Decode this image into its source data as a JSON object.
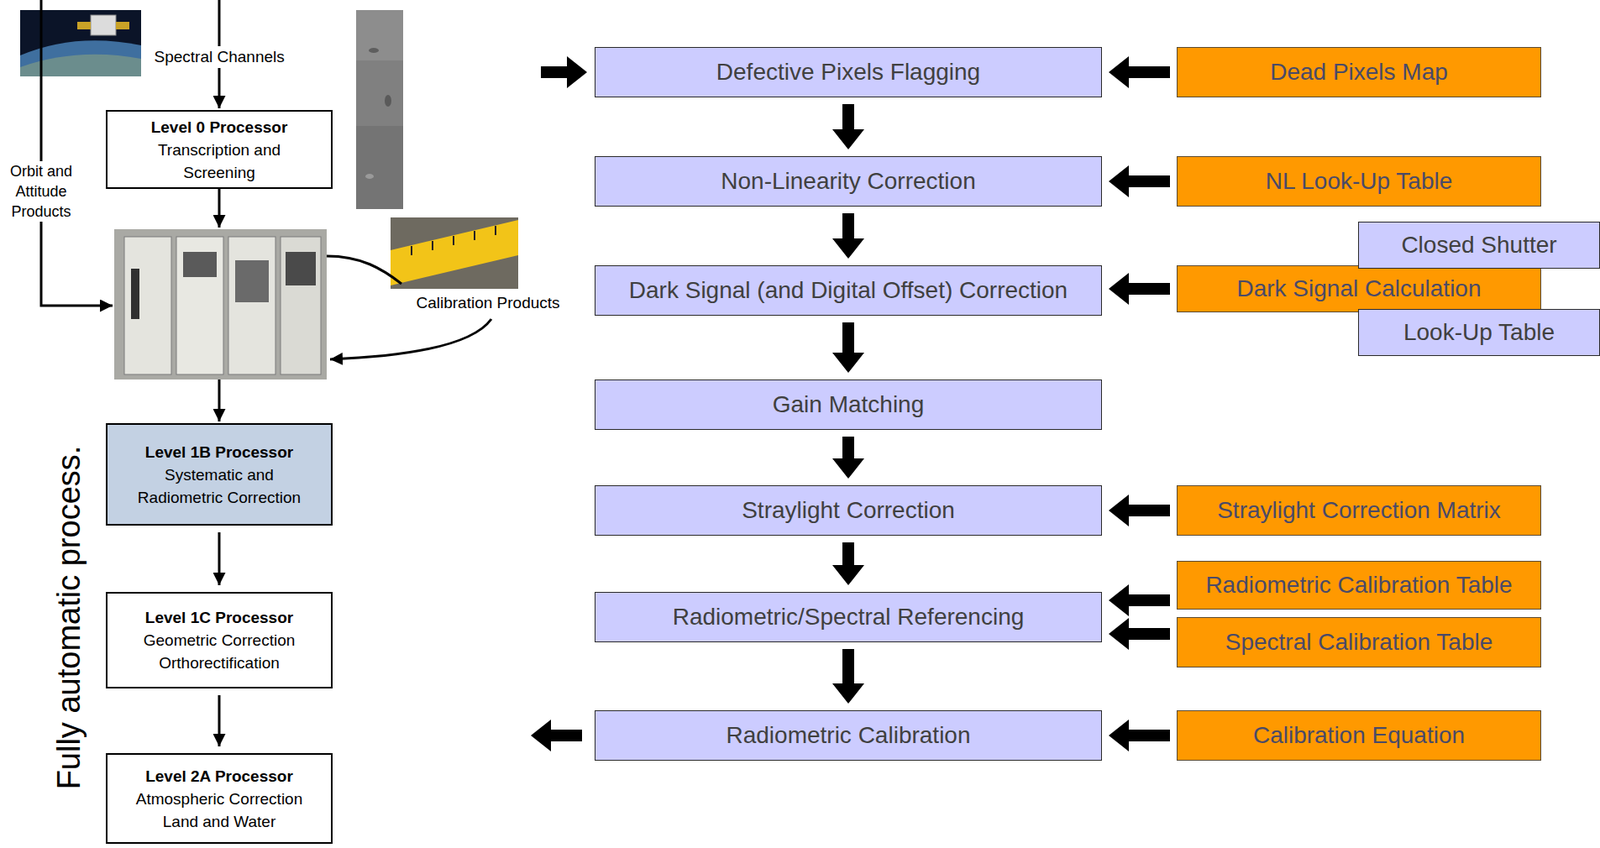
{
  "diagram": {
    "nodes": [
      {
        "text": [
          "Level 0 Processor",
          "Transcription and Screening"
        ]
      },
      {
        "text": [
          "Level 1B Processor",
          "Systematic and Radiometric Correction"
        ]
      },
      {
        "text": [
          "Level 1C Processor",
          "Geometric Correction Orthorectification"
        ]
      },
      {
        "text": [
          "Level 2A Processor",
          "Atmospheric Correction Land and Water"
        ]
      },
      {
        "text": [
          "Defective Pixels Flagging"
        ]
      },
      {
        "text": [
          "Dead Pixels Map"
        ]
      },
      {
        "text": [
          "Non-Linearity Correction"
        ]
      },
      {
        "text": [
          "NL Look-Up Table"
        ]
      },
      {
        "text": [
          "Closed Shutter"
        ]
      },
      {
        "text": [
          "Dark Signal (and Digital Offset) Correction"
        ]
      },
      {
        "text": [
          "Dark Signal Calculation"
        ]
      },
      {
        "text": [
          "Look-Up Table"
        ]
      },
      {
        "text": [
          "Gain Matching"
        ]
      },
      {
        "text": [
          "Straylight Correction"
        ]
      },
      {
        "text": [
          "Straylight Correction Matrix"
        ]
      },
      {
        "text": [
          "Radiometric Calibration Table"
        ]
      },
      {
        "text": [
          "Radiometric/Spectral Referencing"
        ]
      },
      {
        "text": [
          "Spectral Calibration Table"
        ]
      },
      {
        "text": [
          "Radiometric Calibration"
        ]
      },
      {
        "text": [
          "Calibration Equation"
        ]
      }
    ],
    "edges": [
      {
        "from": 1,
        "to": 2,
        "arrow": "to"
      },
      {
        "from": 2,
        "to": 3,
        "arrow": "to"
      },
      {
        "from": 4,
        "to": 6,
        "arrow": "to"
      },
      {
        "from": 6,
        "to": 9,
        "arrow": "to"
      },
      {
        "from": 9,
        "to": 12,
        "arrow": "to"
      },
      {
        "from": 12,
        "to": 13,
        "arrow": "to"
      },
      {
        "from": 13,
        "to": 16,
        "arrow": "to"
      },
      {
        "from": 16,
        "to": 18,
        "arrow": "to"
      },
      {
        "from": 5,
        "to": 4,
        "arrow": "to"
      },
      {
        "from": 7,
        "to": 6,
        "arrow": "to"
      },
      {
        "from": 10,
        "to": 9,
        "arrow": "to"
      },
      {
        "from": 14,
        "to": 13,
        "arrow": "to"
      },
      {
        "from": 15,
        "to": 16,
        "arrow": "to"
      },
      {
        "from": 17,
        "to": 16,
        "arrow": "to"
      },
      {
        "from": 19,
        "to": 18,
        "arrow": "to"
      }
    ],
    "labels": [
      "Spectral Channels",
      "Orbit and Attitude Products",
      "Calibration Products",
      "Fully automatic process."
    ]
  }
}
